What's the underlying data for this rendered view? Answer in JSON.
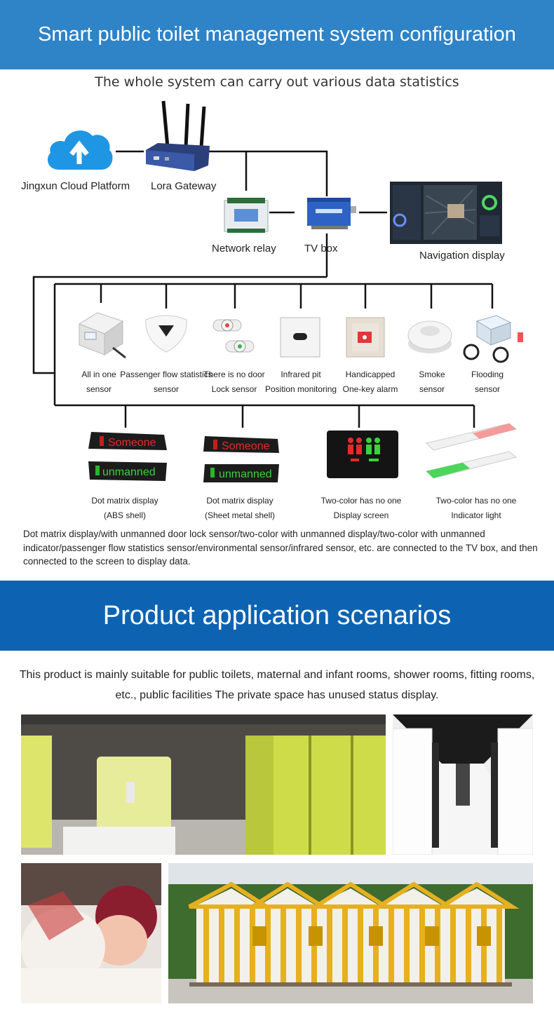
{
  "header": {
    "title": "Smart public toilet management system configuration"
  },
  "diagram": {
    "subtitle": "The whole system can carry out various data statistics",
    "nodes": {
      "cloud": "Jingxun Cloud Platform",
      "gateway": "Lora Gateway",
      "relay": "Network relay",
      "tvbox": "TV box",
      "nav": "Navigation display"
    },
    "sensors": [
      {
        "l1": "All in one",
        "l2": "sensor"
      },
      {
        "l1": "Passenger flow statistics",
        "l2": "sensor"
      },
      {
        "l1": "There is no door",
        "l2": "Lock sensor"
      },
      {
        "l1": "Infrared pit",
        "l2": "Position monitoring"
      },
      {
        "l1": "Handicapped",
        "l2": "One-key alarm"
      },
      {
        "l1": "Smoke",
        "l2": "sensor"
      },
      {
        "l1": "Flooding",
        "l2": "sensor"
      }
    ],
    "displays": [
      {
        "l1": "Dot matrix display",
        "l2": "(ABS shell)"
      },
      {
        "l1": "Dot matrix display",
        "l2": "(Sheet metal shell)"
      },
      {
        "l1": "Two-color has no one",
        "l2": "Display screen"
      },
      {
        "l1": "Two-color has no one",
        "l2": "Indicator light"
      }
    ],
    "screen_text": {
      "someone": "Someone",
      "unmanned": "unmanned"
    },
    "paragraph": "Dot matrix display/with unmanned door lock sensor/two-color with unmanned display/two-color with unmanned indicator/passenger flow statistics sensor/environmental sensor/infrared sensor, etc. are connected to the TV box, and then connected to the screen to display data."
  },
  "scenarios": {
    "title": "Product application scenarios",
    "description": "This product is mainly suitable for public toilets, maternal and infant rooms, shower rooms, fitting rooms, etc., public facilities The private space has unused status display."
  },
  "colors": {
    "banner_top": "#2f83c7",
    "banner_mid": "#0d63b2",
    "cloud": "#1f96e4",
    "led_red": "#e8292a",
    "led_green": "#39d33a"
  }
}
